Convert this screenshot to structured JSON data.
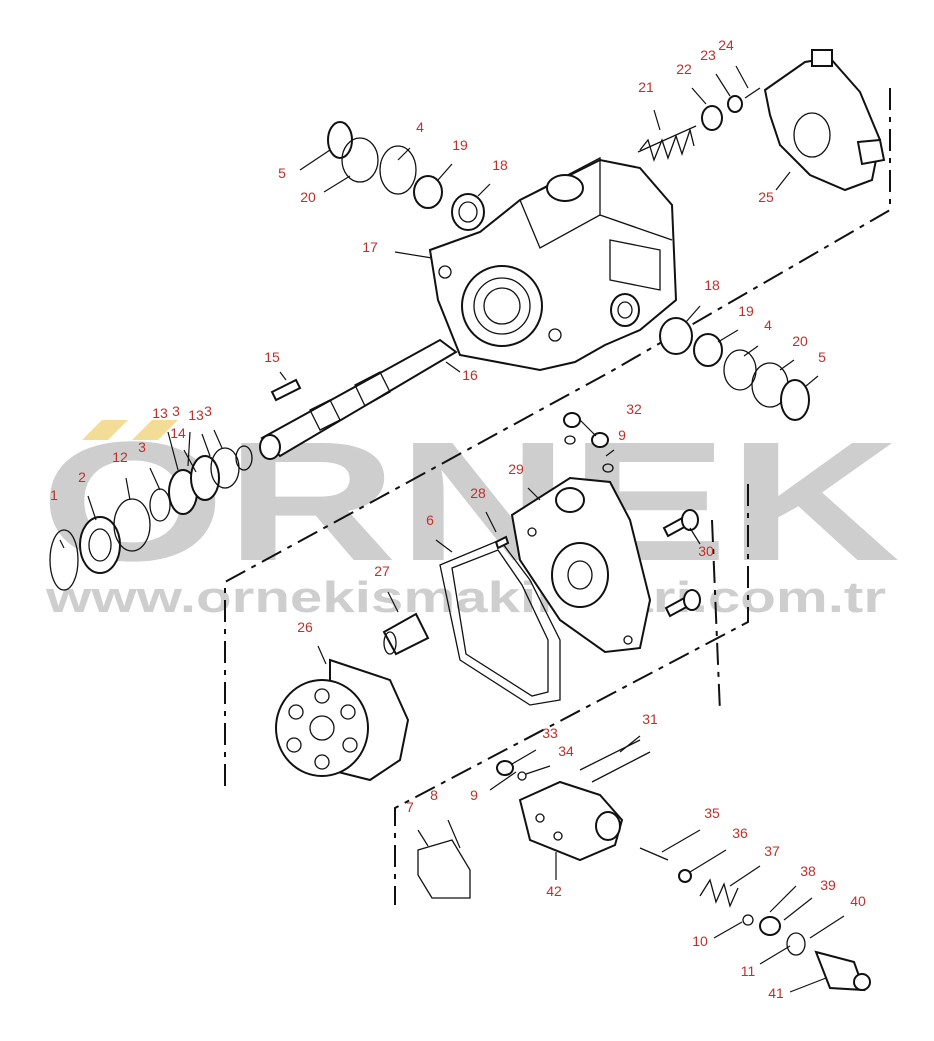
{
  "watermark": {
    "brand": "ORNEK",
    "url": "www.ornekismakinalari.com.tr",
    "brand_color": "#c9c9c9",
    "accent_color": "#f2d98a"
  },
  "label_color": "#c0302a",
  "callouts": [
    "1",
    "2",
    "3",
    "3",
    "3",
    "4",
    "4",
    "5",
    "5",
    "6",
    "7",
    "8",
    "9",
    "9",
    "10",
    "11",
    "12",
    "13",
    "13",
    "14",
    "15",
    "16",
    "17",
    "18",
    "18",
    "19",
    "19",
    "20",
    "20",
    "21",
    "22",
    "23",
    "24",
    "25",
    "26",
    "27",
    "28",
    "29",
    "30",
    "31",
    "32",
    "33",
    "34",
    "35",
    "36",
    "37",
    "38",
    "39",
    "40",
    "41",
    "42"
  ]
}
